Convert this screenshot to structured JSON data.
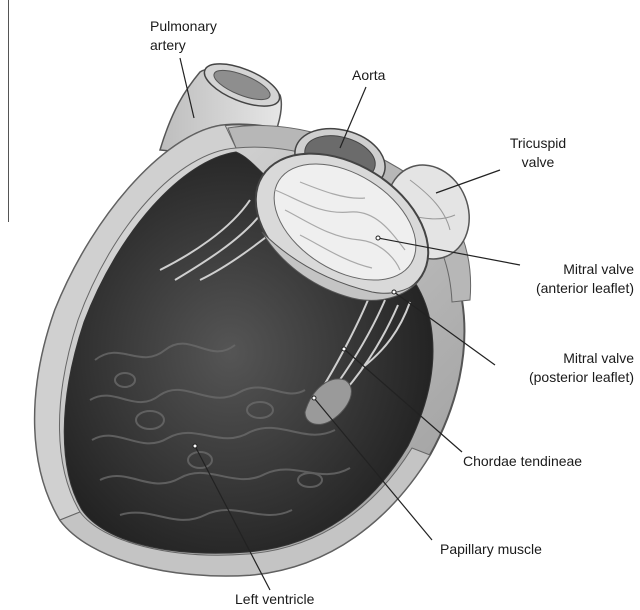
{
  "labels": {
    "pulmonary_artery": [
      "Pulmonary",
      "artery"
    ],
    "aorta": [
      "Aorta"
    ],
    "tricuspid_valve": [
      "Tricuspid",
      "valve"
    ],
    "mitral_anterior": [
      "Mitral valve",
      "(anterior leaflet)"
    ],
    "mitral_posterior": [
      "Mitral valve",
      "(posterior leaflet)"
    ],
    "chordae_tendineae": [
      "Chordae tendineae"
    ],
    "papillary_muscle": [
      "Papillary muscle"
    ],
    "left_ventricle": [
      "Left ventricle"
    ]
  },
  "colors": {
    "background": "#ffffff",
    "label_text": "#1a1a1a",
    "leader_line": "#222222",
    "outer_wall": "#c9c9c9",
    "wall_cut": "#a8a8a8",
    "ventricle_cavity": "#3c3c3c",
    "valve_leaflet": "#ececec"
  }
}
